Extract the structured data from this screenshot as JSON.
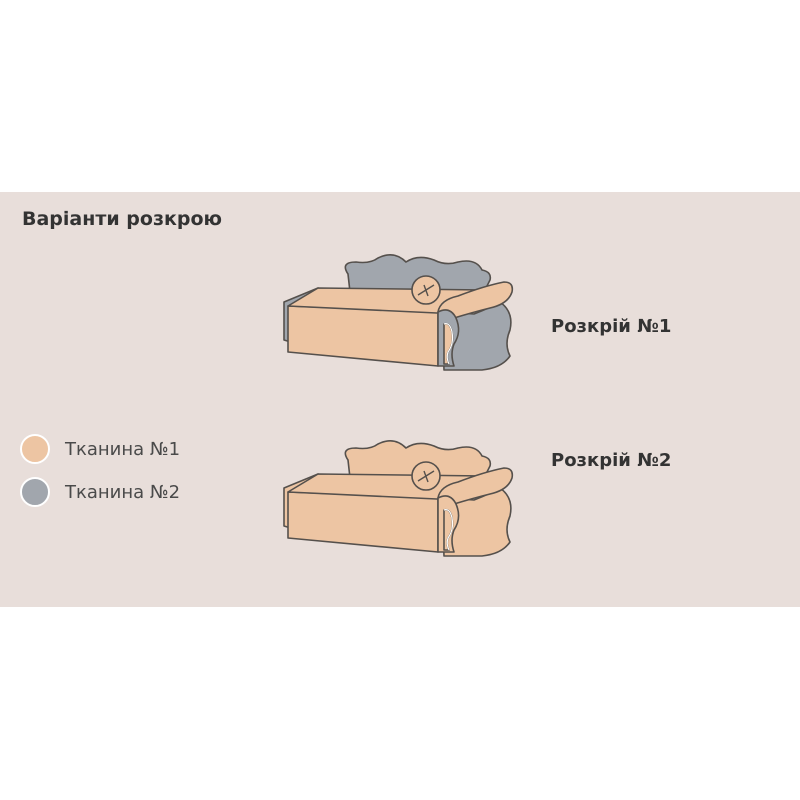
{
  "title": "Варіанти розкрою",
  "colors": {
    "fabric1": "#edc5a3",
    "fabric2": "#a1a6ad",
    "outline": "#55504c",
    "background": "#e8deda"
  },
  "legend": [
    {
      "label": "Тканина №1",
      "color": "#edc5a3"
    },
    {
      "label": "Тканина №2",
      "color": "#a1a6ad"
    }
  ],
  "variants": [
    {
      "label": "Розкрій №1",
      "parts": {
        "front_panel": "fabric2",
        "seat_top": "fabric1",
        "seat_front": "fabric1",
        "back": "fabric2",
        "arm": "fabric2",
        "arm_top": "fabric1",
        "arm_inset": "fabric1",
        "side": "fabric2",
        "button": "fabric1"
      }
    },
    {
      "label": "Розкрій №2",
      "parts": {
        "front_panel": "fabric1",
        "seat_top": "fabric1",
        "seat_front": "fabric1",
        "back": "fabric1",
        "arm": "fabric1",
        "arm_top": "fabric1",
        "arm_inset": "fabric1",
        "side": "fabric1",
        "button": "fabric1"
      }
    }
  ]
}
